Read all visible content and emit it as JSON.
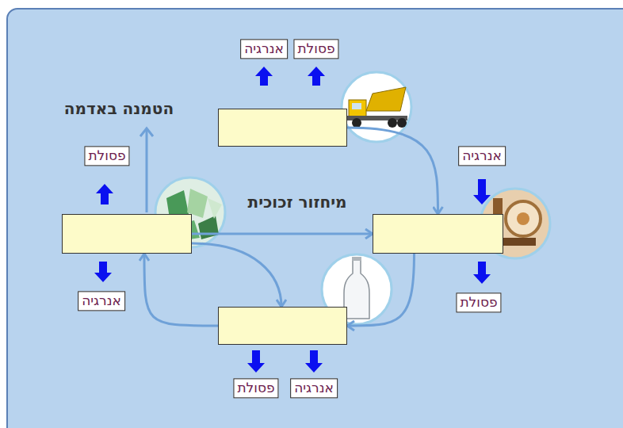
{
  "diagram": {
    "nodes": [
      {
        "text": []
      },
      {
        "text": []
      },
      {
        "text": []
      },
      {
        "text": []
      }
    ],
    "edges": [
      {
        "from": 0,
        "to": 2,
        "arrow": "to"
      },
      {
        "from": 2,
        "to": 3,
        "arrow": "to"
      },
      {
        "from": 3,
        "to": 1,
        "arrow": "to"
      },
      {
        "from": 1,
        "to": 2,
        "arrow": "to",
        "label": "מיחזור זכוכית"
      },
      {
        "from": 1,
        "to": 3,
        "arrow": "to"
      }
    ],
    "labels": [
      "הטמנה באדמה",
      "אנרגיה",
      "פסולת",
      "פסולת",
      "אנרגיה",
      "אנרגיה",
      "פסולת",
      "פסולת",
      "אנרגיה"
    ]
  }
}
